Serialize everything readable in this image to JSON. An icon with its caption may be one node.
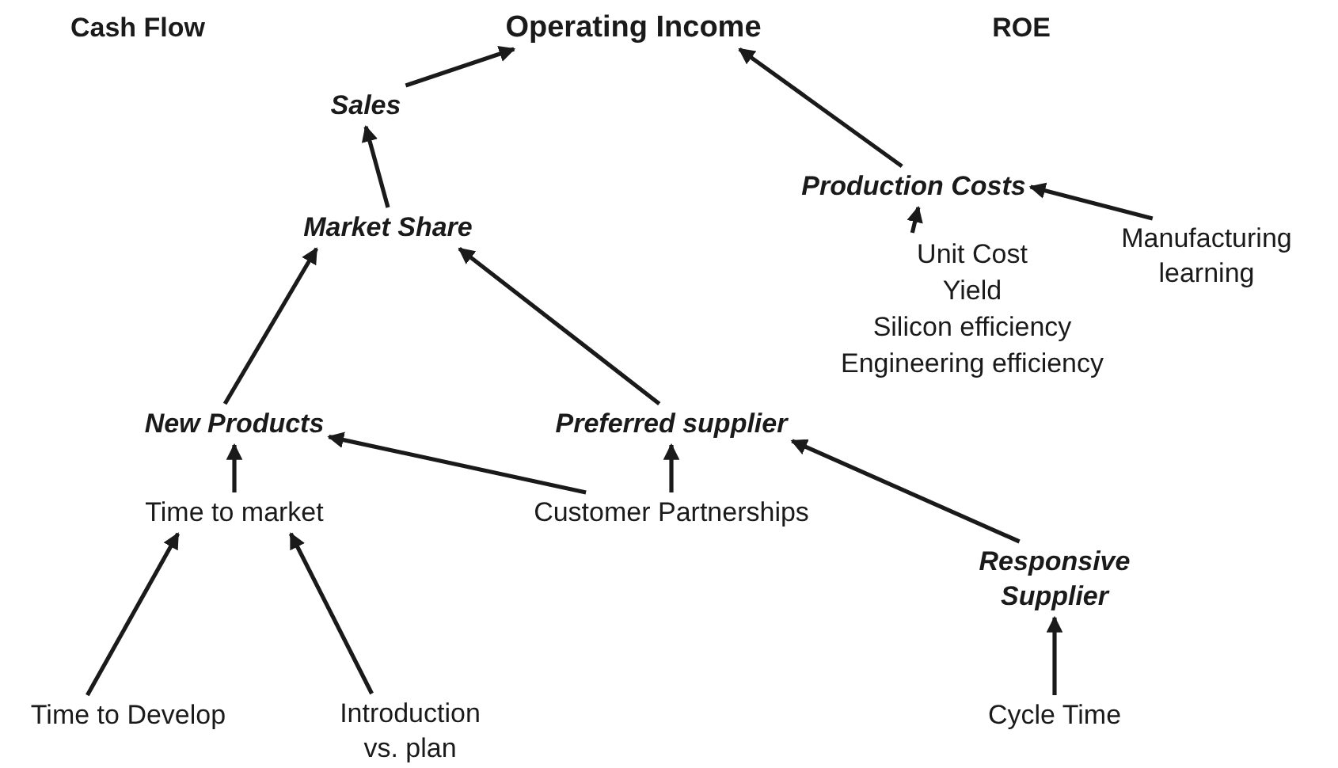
{
  "diagram": {
    "nodes": [
      {
        "text": [
          "Operating Income"
        ]
      },
      {
        "text": [
          "Sales"
        ]
      },
      {
        "text": [
          "Production Costs"
        ]
      },
      {
        "text": [
          "Market Share"
        ]
      },
      {
        "text": [
          "Unit Cost",
          "Yield",
          "Silicon efficiency",
          "Engineering efficiency"
        ]
      },
      {
        "text": [
          "Manufacturing learning"
        ]
      },
      {
        "text": [
          "New Products"
        ]
      },
      {
        "text": [
          "Preferred supplier"
        ]
      },
      {
        "text": [
          "Time to market"
        ]
      },
      {
        "text": [
          "Customer Partnerships"
        ]
      },
      {
        "text": [
          "Responsive Supplier"
        ]
      },
      {
        "text": [
          "Time to Develop"
        ]
      },
      {
        "text": [
          "Introduction vs. plan"
        ]
      },
      {
        "text": [
          "Cycle Time"
        ]
      }
    ],
    "edges": [
      {
        "from": 1,
        "to": 0,
        "arrow": "to"
      },
      {
        "from": 2,
        "to": 0,
        "arrow": "to"
      },
      {
        "from": 3,
        "to": 1,
        "arrow": "to"
      },
      {
        "from": 4,
        "to": 2,
        "arrow": "to"
      },
      {
        "from": 5,
        "to": 2,
        "arrow": "to"
      },
      {
        "from": 6,
        "to": 3,
        "arrow": "to"
      },
      {
        "from": 7,
        "to": 3,
        "arrow": "to"
      },
      {
        "from": 8,
        "to": 6,
        "arrow": "to"
      },
      {
        "from": 9,
        "to": 6,
        "arrow": "to"
      },
      {
        "from": 9,
        "to": 7,
        "arrow": "to"
      },
      {
        "from": 10,
        "to": 7,
        "arrow": "to"
      },
      {
        "from": 11,
        "to": 8,
        "arrow": "to"
      },
      {
        "from": 12,
        "to": 8,
        "arrow": "to"
      },
      {
        "from": 13,
        "to": 10,
        "arrow": "to"
      }
    ],
    "labels": [
      "Cash Flow",
      "ROE"
    ]
  }
}
